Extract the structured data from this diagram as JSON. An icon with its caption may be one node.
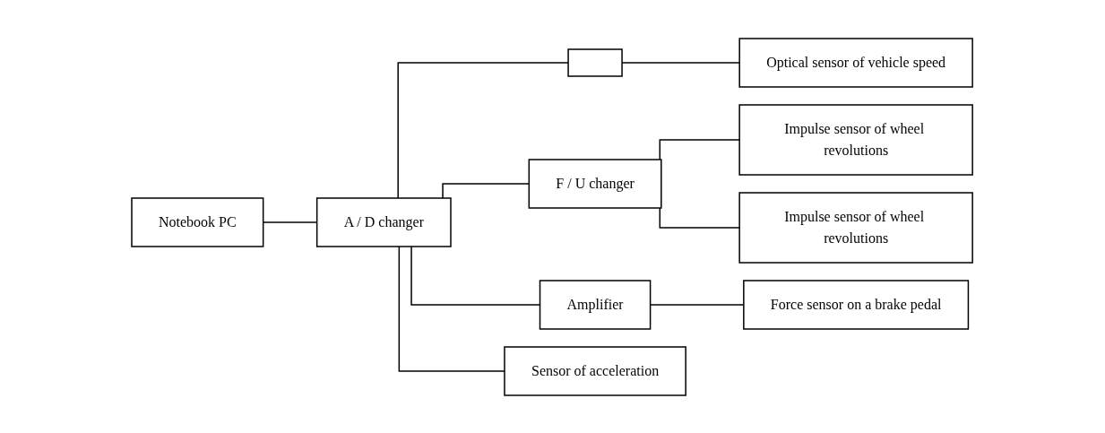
{
  "diagram": {
    "nodes": [
      {
        "text": [
          "Notebook PC"
        ]
      },
      {
        "text": [
          "A / D changer"
        ]
      },
      {
        "text": [],
        "shape": "box"
      },
      {
        "text": [
          "Optical sensor of vehicle speed"
        ]
      },
      {
        "text": [
          "F / U changer"
        ]
      },
      {
        "text": [
          "Impulse sensor of wheel revolutions"
        ]
      },
      {
        "text": [
          "Impulse sensor of wheel revolutions"
        ]
      },
      {
        "text": [
          "Amplifier"
        ]
      },
      {
        "text": [
          "Force sensor on a brake pedal"
        ]
      },
      {
        "text": [
          "Sensor of acceleration"
        ]
      }
    ],
    "edges": [
      {
        "from": 0,
        "to": 1,
        "arrow": "none"
      },
      {
        "from": 1,
        "to": 2,
        "arrow": "none"
      },
      {
        "from": 2,
        "to": 3,
        "arrow": "none"
      },
      {
        "from": 1,
        "to": 4,
        "arrow": "none"
      },
      {
        "from": 4,
        "to": 5,
        "arrow": "none"
      },
      {
        "from": 4,
        "to": 6,
        "arrow": "none"
      },
      {
        "from": 1,
        "to": 7,
        "arrow": "none"
      },
      {
        "from": 7,
        "to": 8,
        "arrow": "none"
      },
      {
        "from": 1,
        "to": 9,
        "arrow": "none"
      }
    ]
  }
}
